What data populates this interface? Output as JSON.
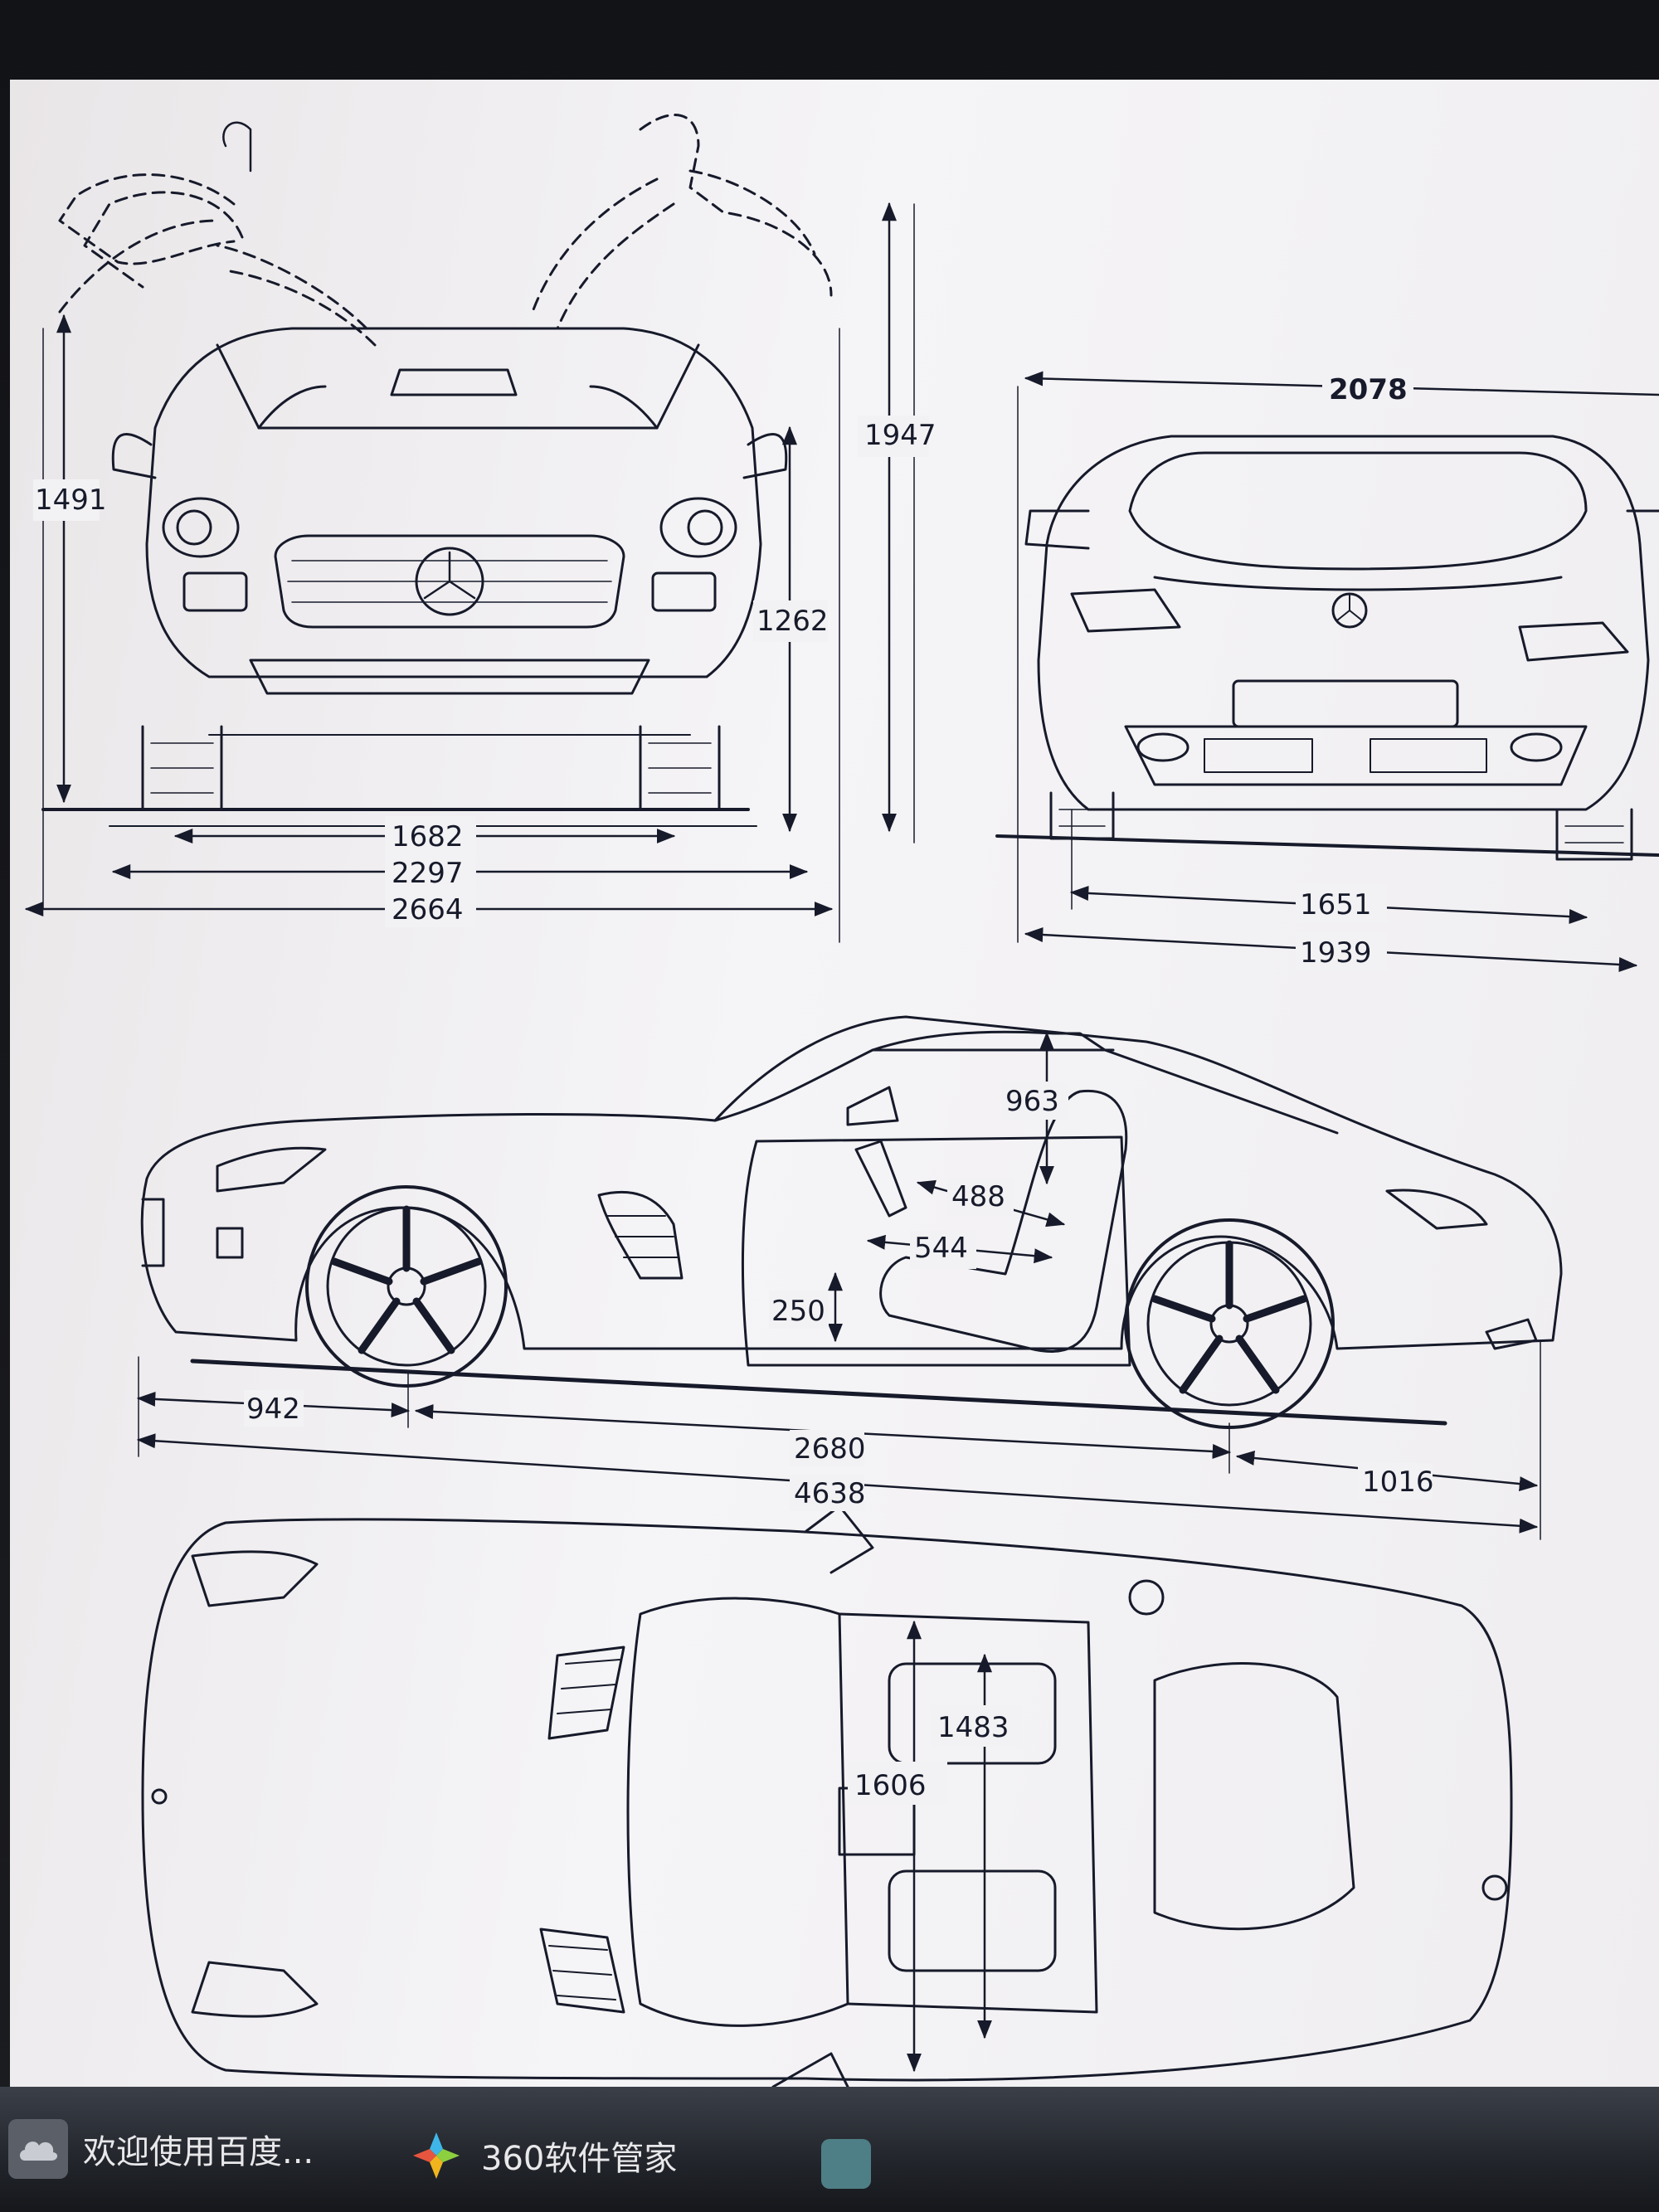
{
  "blueprint": {
    "front_view": {
      "overall_height_doors_open": "1947",
      "height_to_door_hinge": "1491",
      "height": "1262",
      "track": "1682",
      "width_mirrors": "2297",
      "width_doors_open": "2664"
    },
    "rear_view": {
      "width_mirrors": "2078",
      "track": "1651",
      "width": "1939"
    },
    "side_view": {
      "headroom": "963",
      "seat_depth": "488",
      "seat_travel": "544",
      "seat_height": "250",
      "front_overhang": "942",
      "wheelbase": "2680",
      "rear_overhang": "1016",
      "length": "4638"
    },
    "top_view": {
      "shoulder_width": "1483",
      "elbow_width": "1606"
    }
  },
  "taskbar": {
    "items": [
      {
        "label": "欢迎使用百度...",
        "icon": "baidu-cloud-icon"
      },
      {
        "label": "360软件管家",
        "icon": "360-software-manager-icon"
      },
      {
        "label": "",
        "icon": "partial-app-icon"
      }
    ]
  },
  "colors": {
    "line": "#161a2a",
    "screen": "#f2f1f3",
    "taskbar": "#22252b"
  }
}
